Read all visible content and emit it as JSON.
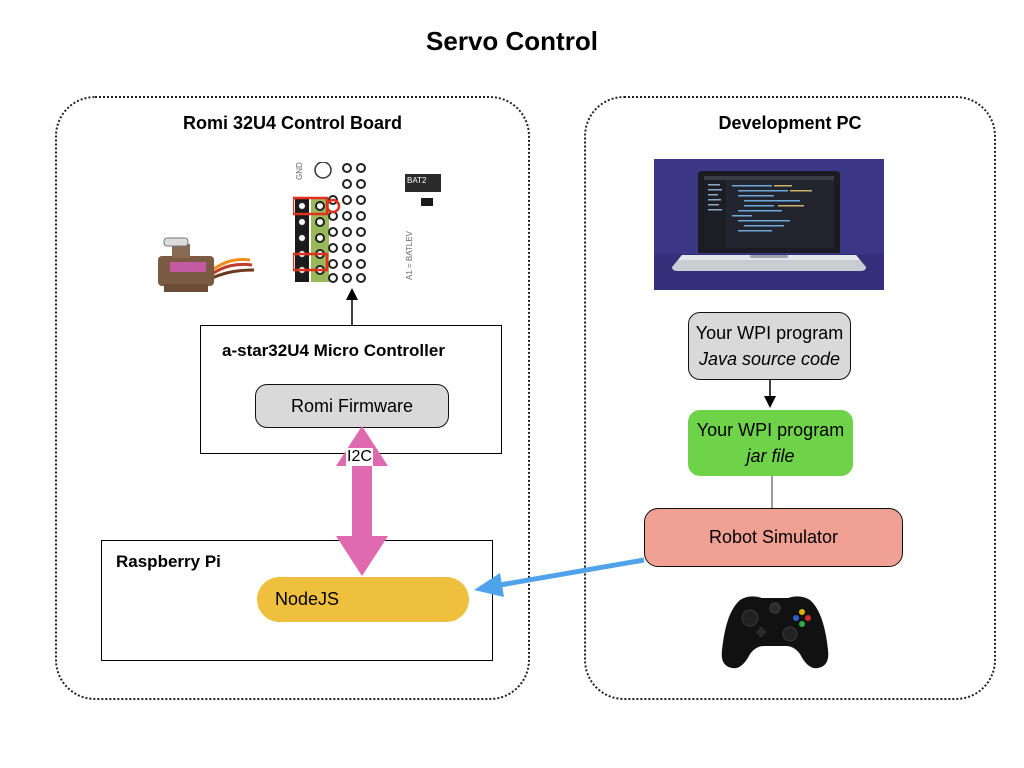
{
  "title": "Servo Control",
  "left_region": {
    "title": "Romi 32U4 Control Board",
    "board_header_label": "GND",
    "board_mark_label": "A1 = BATLEV",
    "board_bat_label": "BAT2",
    "microcontroller": {
      "title": "a-star32U4 Micro Controller",
      "firmware_label": "Romi Firmware"
    },
    "i2c_label": "I2C",
    "raspberry_pi": {
      "title": "Raspberry Pi",
      "nodejs_label": "NodeJS"
    }
  },
  "right_region": {
    "title": "Development PC",
    "source": {
      "line1": "Your WPI program",
      "line2": "Java source code"
    },
    "jar": {
      "line1": "Your WPI program",
      "line2": "jar file"
    },
    "simulator_label": "Robot Simulator"
  },
  "colors": {
    "firmware_fill": "#d9d9d9",
    "source_fill": "#d9d9d9",
    "jar_fill": "#6fd34a",
    "simulator_fill": "#f0a193",
    "nodejs_fill": "#efbf3e",
    "i2c_arrow": "#e06ab0",
    "sim_arrow": "#4fa3ea",
    "laptop_bg": "#3e3a8a"
  },
  "icons": [
    "servo-motor-icon",
    "board-pinout-image",
    "laptop-image",
    "game-controller-icon"
  ]
}
